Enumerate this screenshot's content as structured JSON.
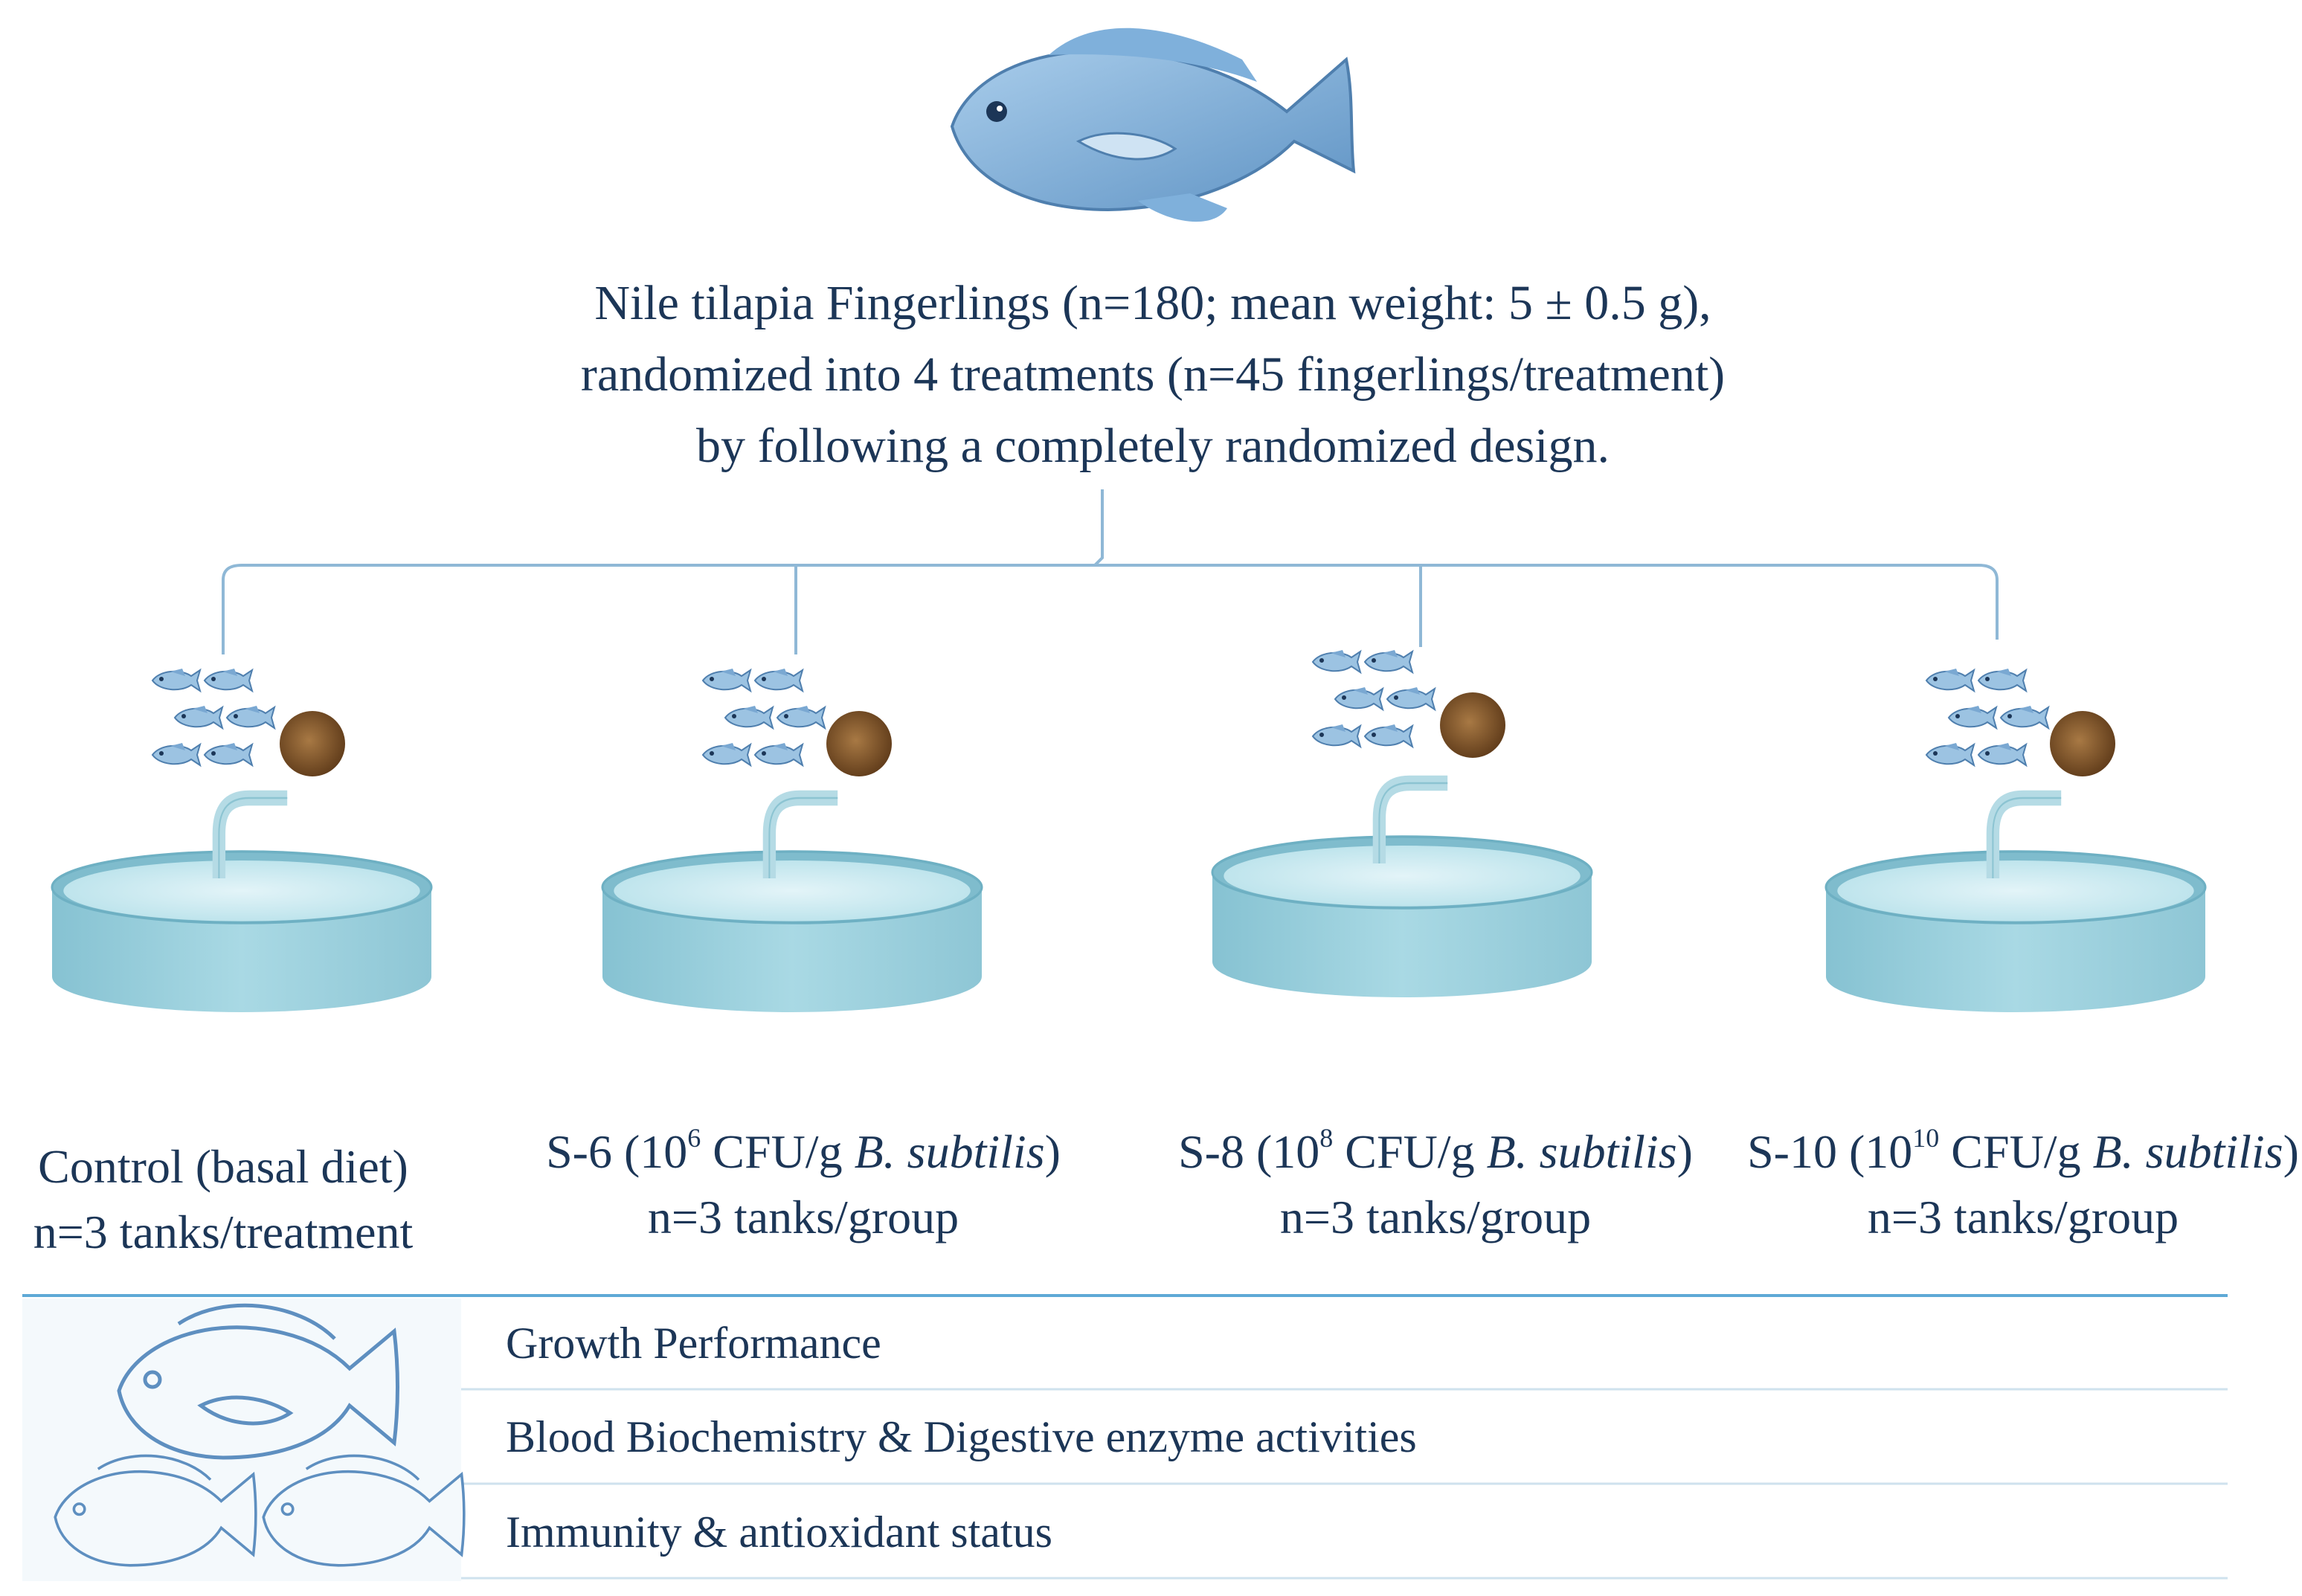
{
  "header": {
    "line1": "Nile tilapia Fingerlings (n=180; mean weight: 5 ± 0.5 g),",
    "line2": "randomized into 4 treatments (n=45 fingerlings/treatment)",
    "line3": "by following a completely randomized design."
  },
  "treatments": [
    {
      "name": "Control (basal diet)",
      "pre": "",
      "sup": "",
      "mid": "",
      "organism": "",
      "post": "",
      "sub": "n=3 tanks/treatment"
    },
    {
      "name": "",
      "pre": "S-6 (10",
      "sup": "6",
      "mid": " CFU/g ",
      "organism": "B. subtilis",
      "post": ")",
      "sub": "n=3 tanks/group"
    },
    {
      "name": "",
      "pre": "S-8 (10",
      "sup": "8",
      "mid": " CFU/g ",
      "organism": "B. subtilis",
      "post": ")",
      "sub": "n=3 tanks/group"
    },
    {
      "name": "",
      "pre": "S-10 (10",
      "sup": "10",
      "mid": " CFU/g ",
      "organism": "B. subtilis",
      "post": ")",
      "sub": "n=3 tanks/group"
    }
  ],
  "outcomes": [
    "Growth Performance",
    "Blood Biochemistry & Digestive enzyme activities",
    "Immunity & antioxidant status"
  ],
  "colors": {
    "tank_body": "#9fd0dc",
    "tank_water": "#c9e9f0",
    "connector": "#8fb8d6",
    "divider": "#5ea9d6",
    "fish": "#8ab4da",
    "feed": "#8a5a2b"
  }
}
